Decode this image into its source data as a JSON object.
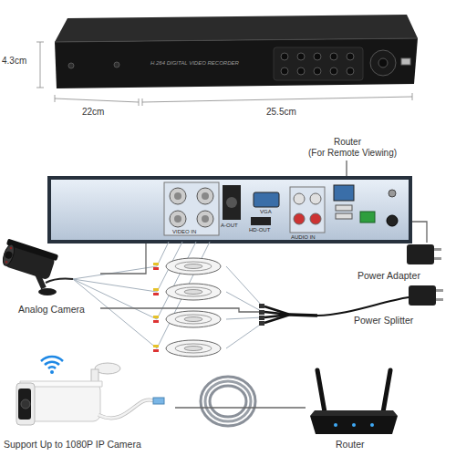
{
  "diagram": {
    "nodes": [
      {
        "text": [
          "H.264 DIGITAL VIDEO RECORDER"
        ]
      },
      {
        "text": [
          "VIDEO IN",
          "A-OUT",
          "VGA",
          "HD-OUT",
          "AUDIO IN"
        ]
      },
      {
        "text": [
          "Analog Camera"
        ]
      },
      {
        "text": [
          "Power Adapter"
        ]
      },
      {
        "text": [
          "Power Splitter"
        ]
      },
      {
        "text": [
          "Support Up to 1080P IP Camera"
        ]
      },
      {
        "text": [
          "Router"
        ]
      }
    ],
    "edges": [
      {
        "from": 2,
        "to": 1,
        "arrow": "none"
      },
      {
        "from": 2,
        "to": 4,
        "arrow": "none"
      },
      {
        "from": 3,
        "to": 1,
        "arrow": "none"
      },
      {
        "from": 5,
        "to": 6,
        "arrow": "none"
      }
    ],
    "labels": [
      "4.3cm",
      "22cm",
      "25.5cm",
      "Router",
      "(For Remote Viewing)"
    ]
  }
}
